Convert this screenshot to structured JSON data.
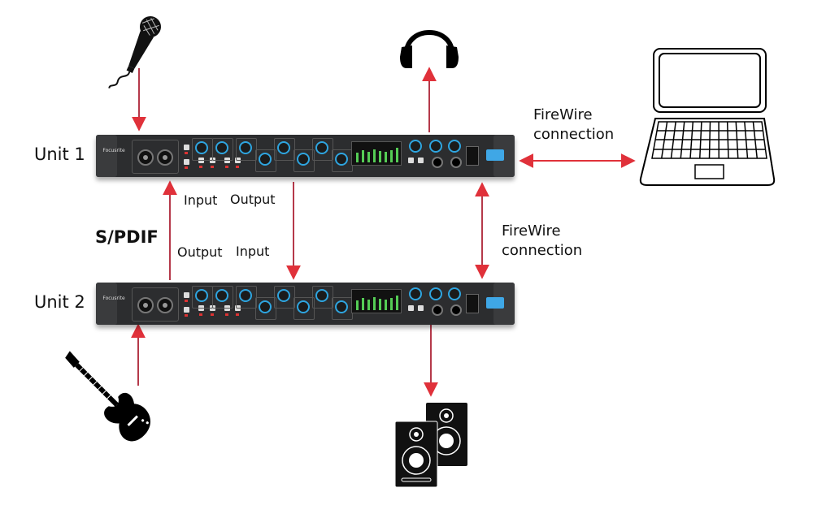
{
  "diagram": {
    "title": "Two Focusrite units linked via S/PDIF and FireWire",
    "colors": {
      "arrow": "#e0313a",
      "arrow_line": "#b5394a",
      "rack_body": "#2c2d2f",
      "knob_ring": "#2ea5e0"
    },
    "units": [
      {
        "label": "Unit 1",
        "device_logo": "Focusrite"
      },
      {
        "label": "Unit 2",
        "device_logo": "Focusrite"
      }
    ],
    "labels": {
      "spdif": "S/PDIF",
      "unit1_input": "Input",
      "unit1_output": "Output",
      "unit2_output": "Output",
      "unit2_input": "Input",
      "firewire_top_line1": "FireWire",
      "firewire_top_line2": "connection",
      "firewire_mid_line1": "FireWire",
      "firewire_mid_line2": "connection"
    },
    "icons": {
      "microphone": "microphone-icon",
      "headphones": "headphones-icon",
      "laptop": "laptop-icon",
      "guitar": "electric-guitar-icon",
      "speakers": "studio-monitors-icon"
    },
    "connections": [
      {
        "from": "Microphone",
        "to": "Unit 1",
        "direction": "one-way"
      },
      {
        "from": "Unit 1",
        "to": "Headphones",
        "direction": "one-way"
      },
      {
        "from": "Unit 1",
        "to": "Laptop",
        "via": "FireWire connection",
        "direction": "two-way"
      },
      {
        "from": "Unit 2",
        "to": "Unit 1",
        "via": "S/PDIF",
        "direction": "one-way"
      },
      {
        "from": "Unit 1",
        "to": "Unit 2",
        "via": "S/PDIF",
        "direction": "one-way"
      },
      {
        "from": "Unit 1",
        "to": "Unit 2",
        "via": "FireWire connection",
        "direction": "two-way"
      },
      {
        "from": "Guitar",
        "to": "Unit 2",
        "direction": "one-way"
      },
      {
        "from": "Unit 2",
        "to": "Speakers",
        "direction": "one-way"
      }
    ]
  }
}
